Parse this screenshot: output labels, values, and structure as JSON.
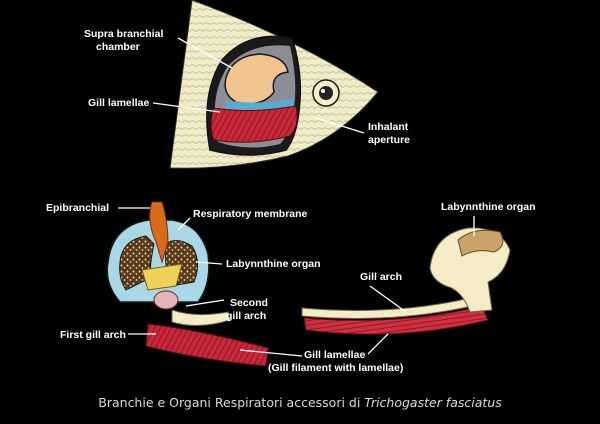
{
  "labels": {
    "supra_branchial": "Supra branchial",
    "chamber": "chamber",
    "gill_lamellae_top": "Gill lamellae",
    "inhalant": "Inhalant",
    "aperture": "aperture",
    "epibranchial": "Epibranchial",
    "respiratory_membrane": "Respiratory membrane",
    "labyrinthine_mid": "Labynnthine organ",
    "labyrinthine_right": "Labynnthine organ",
    "gill_arch": "Gill arch",
    "second": "Second",
    "gill_arch_2": "gill arch",
    "first_gill_arch": "First gill arch",
    "gill_lamellae_bottom": "Gill lamellae",
    "gill_filament": "(Gill filament with lamellae)"
  },
  "caption": {
    "text": "Branchie e Organi Respiratori accessori  di ",
    "species": "Trichogaster fasciatus"
  },
  "colors": {
    "background": "#000000",
    "cream": "#f3ecc7",
    "gill_red": "#c8283a",
    "orange": "#d86a1c",
    "blue": "#a8d7e6",
    "tan": "#f2c490"
  }
}
